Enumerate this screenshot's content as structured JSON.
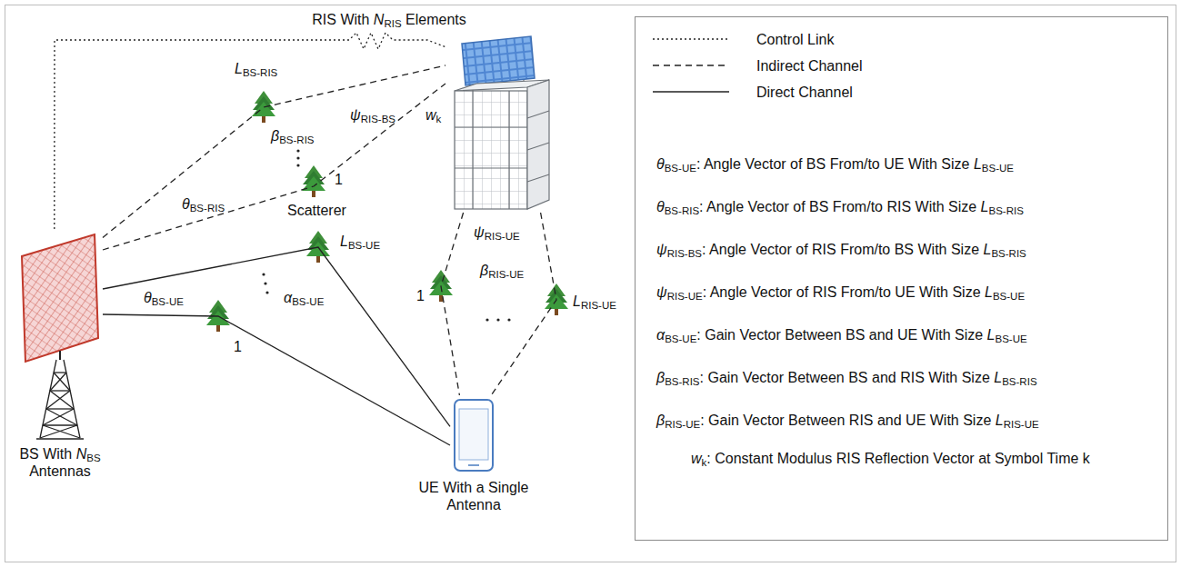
{
  "diagram": {
    "nodes": [
      {
        "text": [
          "RIS With NRIS Elements"
        ]
      },
      {
        "text": [
          "BS With NBS Antennas"
        ]
      },
      {
        "text": [
          "UE With a Single Antenna"
        ]
      }
    ],
    "edges": [
      {
        "from": 1,
        "to": 0,
        "arrow": "none"
      },
      {
        "from": 1,
        "to": 0,
        "arrow": "none"
      },
      {
        "from": 1,
        "to": 0,
        "arrow": "none"
      },
      {
        "from": 1,
        "to": 2,
        "arrow": "none"
      },
      {
        "from": 1,
        "to": 2,
        "arrow": "none"
      },
      {
        "from": 0,
        "to": 2,
        "arrow": "none"
      },
      {
        "from": 0,
        "to": 2,
        "arrow": "none"
      }
    ],
    "labels": [
      "LBS-RIS",
      "ψRIS-BS",
      "βBS-RIS",
      "θBS-RIS",
      "Scatterer",
      "1",
      "wk",
      "ψRIS-UE",
      "βRIS-UE",
      "1",
      "LRIS-UE",
      "θBS-UE",
      "LBS-UE",
      "αBS-UE",
      "1",
      "θBS-UE: Angle Vector of BS From/to UE With Size LBS-UE",
      "θBS-RIS: Angle Vector of BS From/to RIS With Size LBS-RIS",
      "ψRIS-BS: Angle Vector of RIS From/to BS With Size LBS-RIS",
      "ψRIS-UE: Angle Vector of RIS From/to UE With Size LBS-UE",
      "αBS-UE: Gain Vector Between BS and UE With Size LBS-UE",
      "βBS-RIS: Gain Vector Between BS and RIS With Size LBS-RIS",
      "βRIS-UE: Gain Vector Between RIS and UE With Size LRIS-UE",
      "wk: Constant Modulus RIS Reflection Vector at Symbol Time k"
    ],
    "legend": [
      {
        "text": "Control Link"
      },
      {
        "text": "Indirect Channel"
      },
      {
        "text": "Direct Channel"
      }
    ]
  }
}
